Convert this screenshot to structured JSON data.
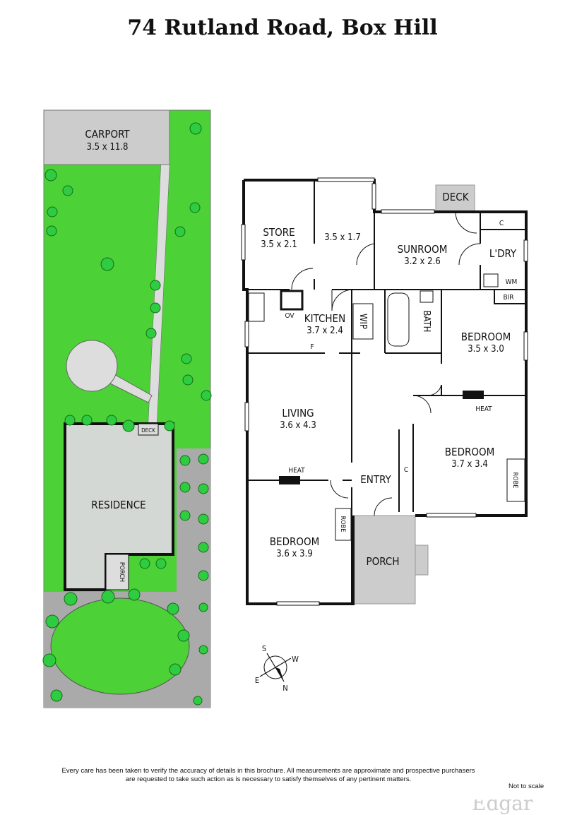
{
  "title": "74 Rutland Road, Box Hill",
  "site": {
    "carport": {
      "name": "CARPORT",
      "dim": "3.5 x 11.8"
    },
    "residence": "RESIDENCE",
    "deck": "DECK",
    "porch": "PORCH"
  },
  "rooms": {
    "store": {
      "name": "STORE",
      "dim": "3.5 x 2.1"
    },
    "unnamed": {
      "dim": "3.5 x 1.7"
    },
    "deck": "DECK",
    "sunroom": {
      "name": "SUNROOM",
      "dim": "3.2 x 2.6"
    },
    "laundry": {
      "name": "L'DRY",
      "c": "C",
      "wm": "WM"
    },
    "kitchen": {
      "name": "KITCHEN",
      "dim": "3.7 x 2.4",
      "ov": "OV",
      "f": "F"
    },
    "wip": "WIP",
    "bath": "BATH",
    "bir": "BIR",
    "bedroom1": {
      "name": "BEDROOM",
      "dim": "3.5 x 3.0"
    },
    "living": {
      "name": "LIVING",
      "dim": "3.6 x 4.3",
      "heat": "HEAT"
    },
    "bedroom2": {
      "name": "BEDROOM",
      "dim": "3.7 x 3.4",
      "heat": "HEAT",
      "robe": "ROBE"
    },
    "entry": {
      "name": "ENTRY",
      "c": "C"
    },
    "bedroom3": {
      "name": "BEDROOM",
      "dim": "3.6 x 3.9",
      "robe": "ROBE"
    },
    "porch": "PORCH"
  },
  "compass": {
    "s": "S",
    "w": "W",
    "e": "E",
    "n": "N"
  },
  "footer": {
    "disclaimer_1": "Every care has been taken to verify the accuracy of details in this brochure.  All measurements are approximate and prospective purchasers",
    "disclaimer_2": "are requested to take such action as is necessary to satisfy themselves of any pertinent matters.",
    "scale": "Not to scale",
    "logo": "RT Edgar"
  },
  "colors": {
    "lawn": "#4cd137",
    "paving": "#aaaaaa",
    "building": "#d3d8d5",
    "wall": "#111111"
  }
}
